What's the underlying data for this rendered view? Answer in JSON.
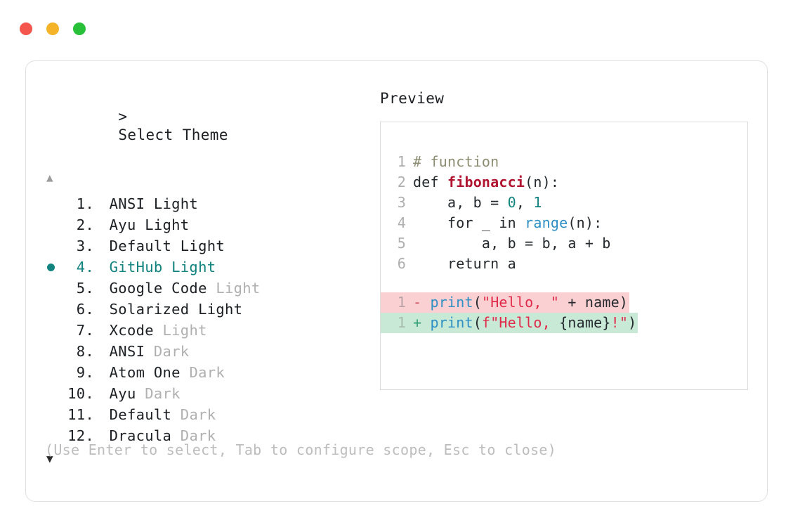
{
  "window": {
    "traffic_lights": [
      {
        "name": "close",
        "color": "#f4564d"
      },
      {
        "name": "minimize",
        "color": "#f5b32a"
      },
      {
        "name": "maximize",
        "color": "#28c038"
      }
    ]
  },
  "left_panel": {
    "prompt_symbol": ">",
    "title": "Select Theme",
    "scroll_up_glyph": "▲",
    "scroll_down_glyph": "▼",
    "selected_bullet_glyph": "●",
    "selected_index": 4,
    "accent_color": "#12837f",
    "items": [
      {
        "index": "1.",
        "name": "ANSI Light",
        "suffix": "",
        "dim_suffix": false,
        "selected": false
      },
      {
        "index": "2.",
        "name": "Ayu Light",
        "suffix": "",
        "dim_suffix": false,
        "selected": false
      },
      {
        "index": "3.",
        "name": "Default Light",
        "suffix": "",
        "dim_suffix": false,
        "selected": false
      },
      {
        "index": "4.",
        "name": "GitHub Light",
        "suffix": "",
        "dim_suffix": false,
        "selected": true
      },
      {
        "index": "5.",
        "name": "Google Code",
        "suffix": "Light",
        "dim_suffix": true,
        "selected": false
      },
      {
        "index": "6.",
        "name": "Solarized Light",
        "suffix": "",
        "dim_suffix": false,
        "selected": false
      },
      {
        "index": "7.",
        "name": "Xcode",
        "suffix": "Light",
        "dim_suffix": true,
        "selected": false
      },
      {
        "index": "8.",
        "name": "ANSI",
        "suffix": "Dark",
        "dim_suffix": true,
        "selected": false
      },
      {
        "index": "9.",
        "name": "Atom One",
        "suffix": "Dark",
        "dim_suffix": true,
        "selected": false
      },
      {
        "index": "10.",
        "name": "Ayu",
        "suffix": "Dark",
        "dim_suffix": true,
        "selected": false
      },
      {
        "index": "11.",
        "name": "Default",
        "suffix": "Dark",
        "dim_suffix": true,
        "selected": false
      },
      {
        "index": "12.",
        "name": "Dracula",
        "suffix": "Dark",
        "dim_suffix": true,
        "selected": false
      }
    ]
  },
  "right_panel": {
    "label": "Preview",
    "code_lines": [
      {
        "n": "1",
        "tokens": [
          {
            "t": "# function",
            "c": "comment"
          }
        ]
      },
      {
        "n": "2",
        "tokens": [
          {
            "t": "def ",
            "c": "plain"
          },
          {
            "t": "fibonacci",
            "c": "fn"
          },
          {
            "t": "(n):",
            "c": "plain"
          }
        ]
      },
      {
        "n": "3",
        "tokens": [
          {
            "t": "    a, b = ",
            "c": "plain"
          },
          {
            "t": "0",
            "c": "num"
          },
          {
            "t": ", ",
            "c": "plain"
          },
          {
            "t": "1",
            "c": "num"
          }
        ]
      },
      {
        "n": "4",
        "tokens": [
          {
            "t": "    for _ in ",
            "c": "plain"
          },
          {
            "t": "range",
            "c": "builtin"
          },
          {
            "t": "(n):",
            "c": "plain"
          }
        ]
      },
      {
        "n": "5",
        "tokens": [
          {
            "t": "        a, b = b, a + b",
            "c": "plain"
          }
        ]
      },
      {
        "n": "6",
        "tokens": [
          {
            "t": "    return a",
            "c": "plain"
          }
        ]
      }
    ],
    "diff_lines": [
      {
        "n": "1",
        "kind": "del",
        "sign": "-",
        "tokens": [
          {
            "t": "print",
            "c": "call"
          },
          {
            "t": "(",
            "c": "plain"
          },
          {
            "t": "\"Hello, \"",
            "c": "str"
          },
          {
            "t": " + name)",
            "c": "plain"
          }
        ]
      },
      {
        "n": "1",
        "kind": "add",
        "sign": "+",
        "tokens": [
          {
            "t": "print",
            "c": "call"
          },
          {
            "t": "(",
            "c": "plain"
          },
          {
            "t": "f\"Hello, ",
            "c": "str"
          },
          {
            "t": "{name}",
            "c": "plain"
          },
          {
            "t": "!\"",
            "c": "str"
          },
          {
            "t": ")",
            "c": "plain"
          }
        ]
      }
    ]
  },
  "footer": {
    "hint": "(Use Enter to select, Tab to configure scope, Esc to close)"
  }
}
